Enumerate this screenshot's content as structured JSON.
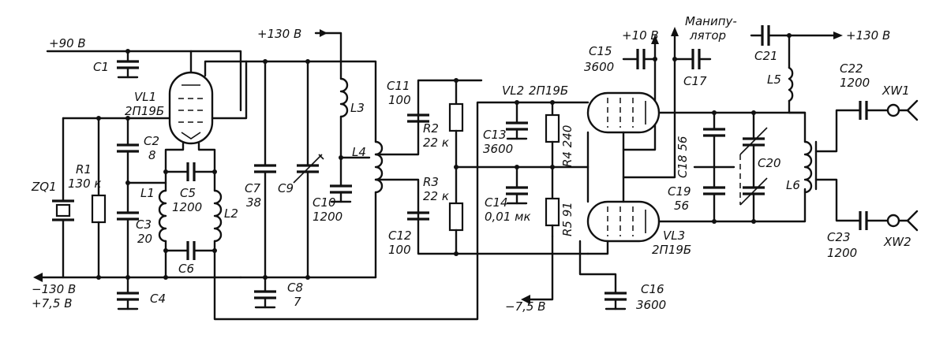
{
  "rails": {
    "plus90": "+90 В",
    "plus130_top": "+130 В",
    "plus10": "+10 В",
    "manip_1": "Манипу-",
    "manip_2": "лятор",
    "plus130_right": "+130 В",
    "minus130": "−130 В",
    "plus7_5": "+7,5 В",
    "minus7_5": "−7,5 В"
  },
  "tubes": {
    "vl1_name": "VL1",
    "vl1_type": "2П19Б",
    "vl2_name": "VL2",
    "vl2_type": "2П19Б",
    "vl3_name": "VL3",
    "vl3_type": "2П19Б"
  },
  "quartz": "ZQ1",
  "resistors": {
    "r1": "R1",
    "r1_val": "130 к",
    "r2": "R2",
    "r2_val": "22 к",
    "r3": "R3",
    "r3_val": "22 к",
    "r4": "R4 240",
    "r5": "R5 91"
  },
  "capacitors": {
    "c1": "C1",
    "c2": "C2",
    "c2_val": "8",
    "c3": "C3",
    "c3_val": "20",
    "c4": "C4",
    "c5": "C5",
    "c5_val": "1200",
    "c6": "C6",
    "c7": "C7",
    "c7_val": "38",
    "c8": "C8",
    "c8_val": "7",
    "c9": "C9",
    "c10": "C10",
    "c10_val": "1200",
    "c11": "C11",
    "c11_val": "100",
    "c12": "C12",
    "c12_val": "100",
    "c13": "C13",
    "c13_val": "3600",
    "c14": "C14",
    "c14_val": "0,01 мк",
    "c15": "C15",
    "c15_val": "3600",
    "c16": "C16",
    "c16_val": "3600",
    "c17": "C17",
    "c18": "C18 56",
    "c19": "C19",
    "c19_val": "56",
    "c20": "C20",
    "c21": "C21",
    "c22": "C22",
    "c22_val": "1200",
    "c23": "C23",
    "c23_val": "1200"
  },
  "inductors": {
    "l1": "L1",
    "l2": "L2",
    "l3": "L3",
    "l4": "L4",
    "l5": "L5",
    "l6": "L6"
  },
  "connectors": {
    "xw1": "XW1",
    "xw2": "XW2"
  }
}
